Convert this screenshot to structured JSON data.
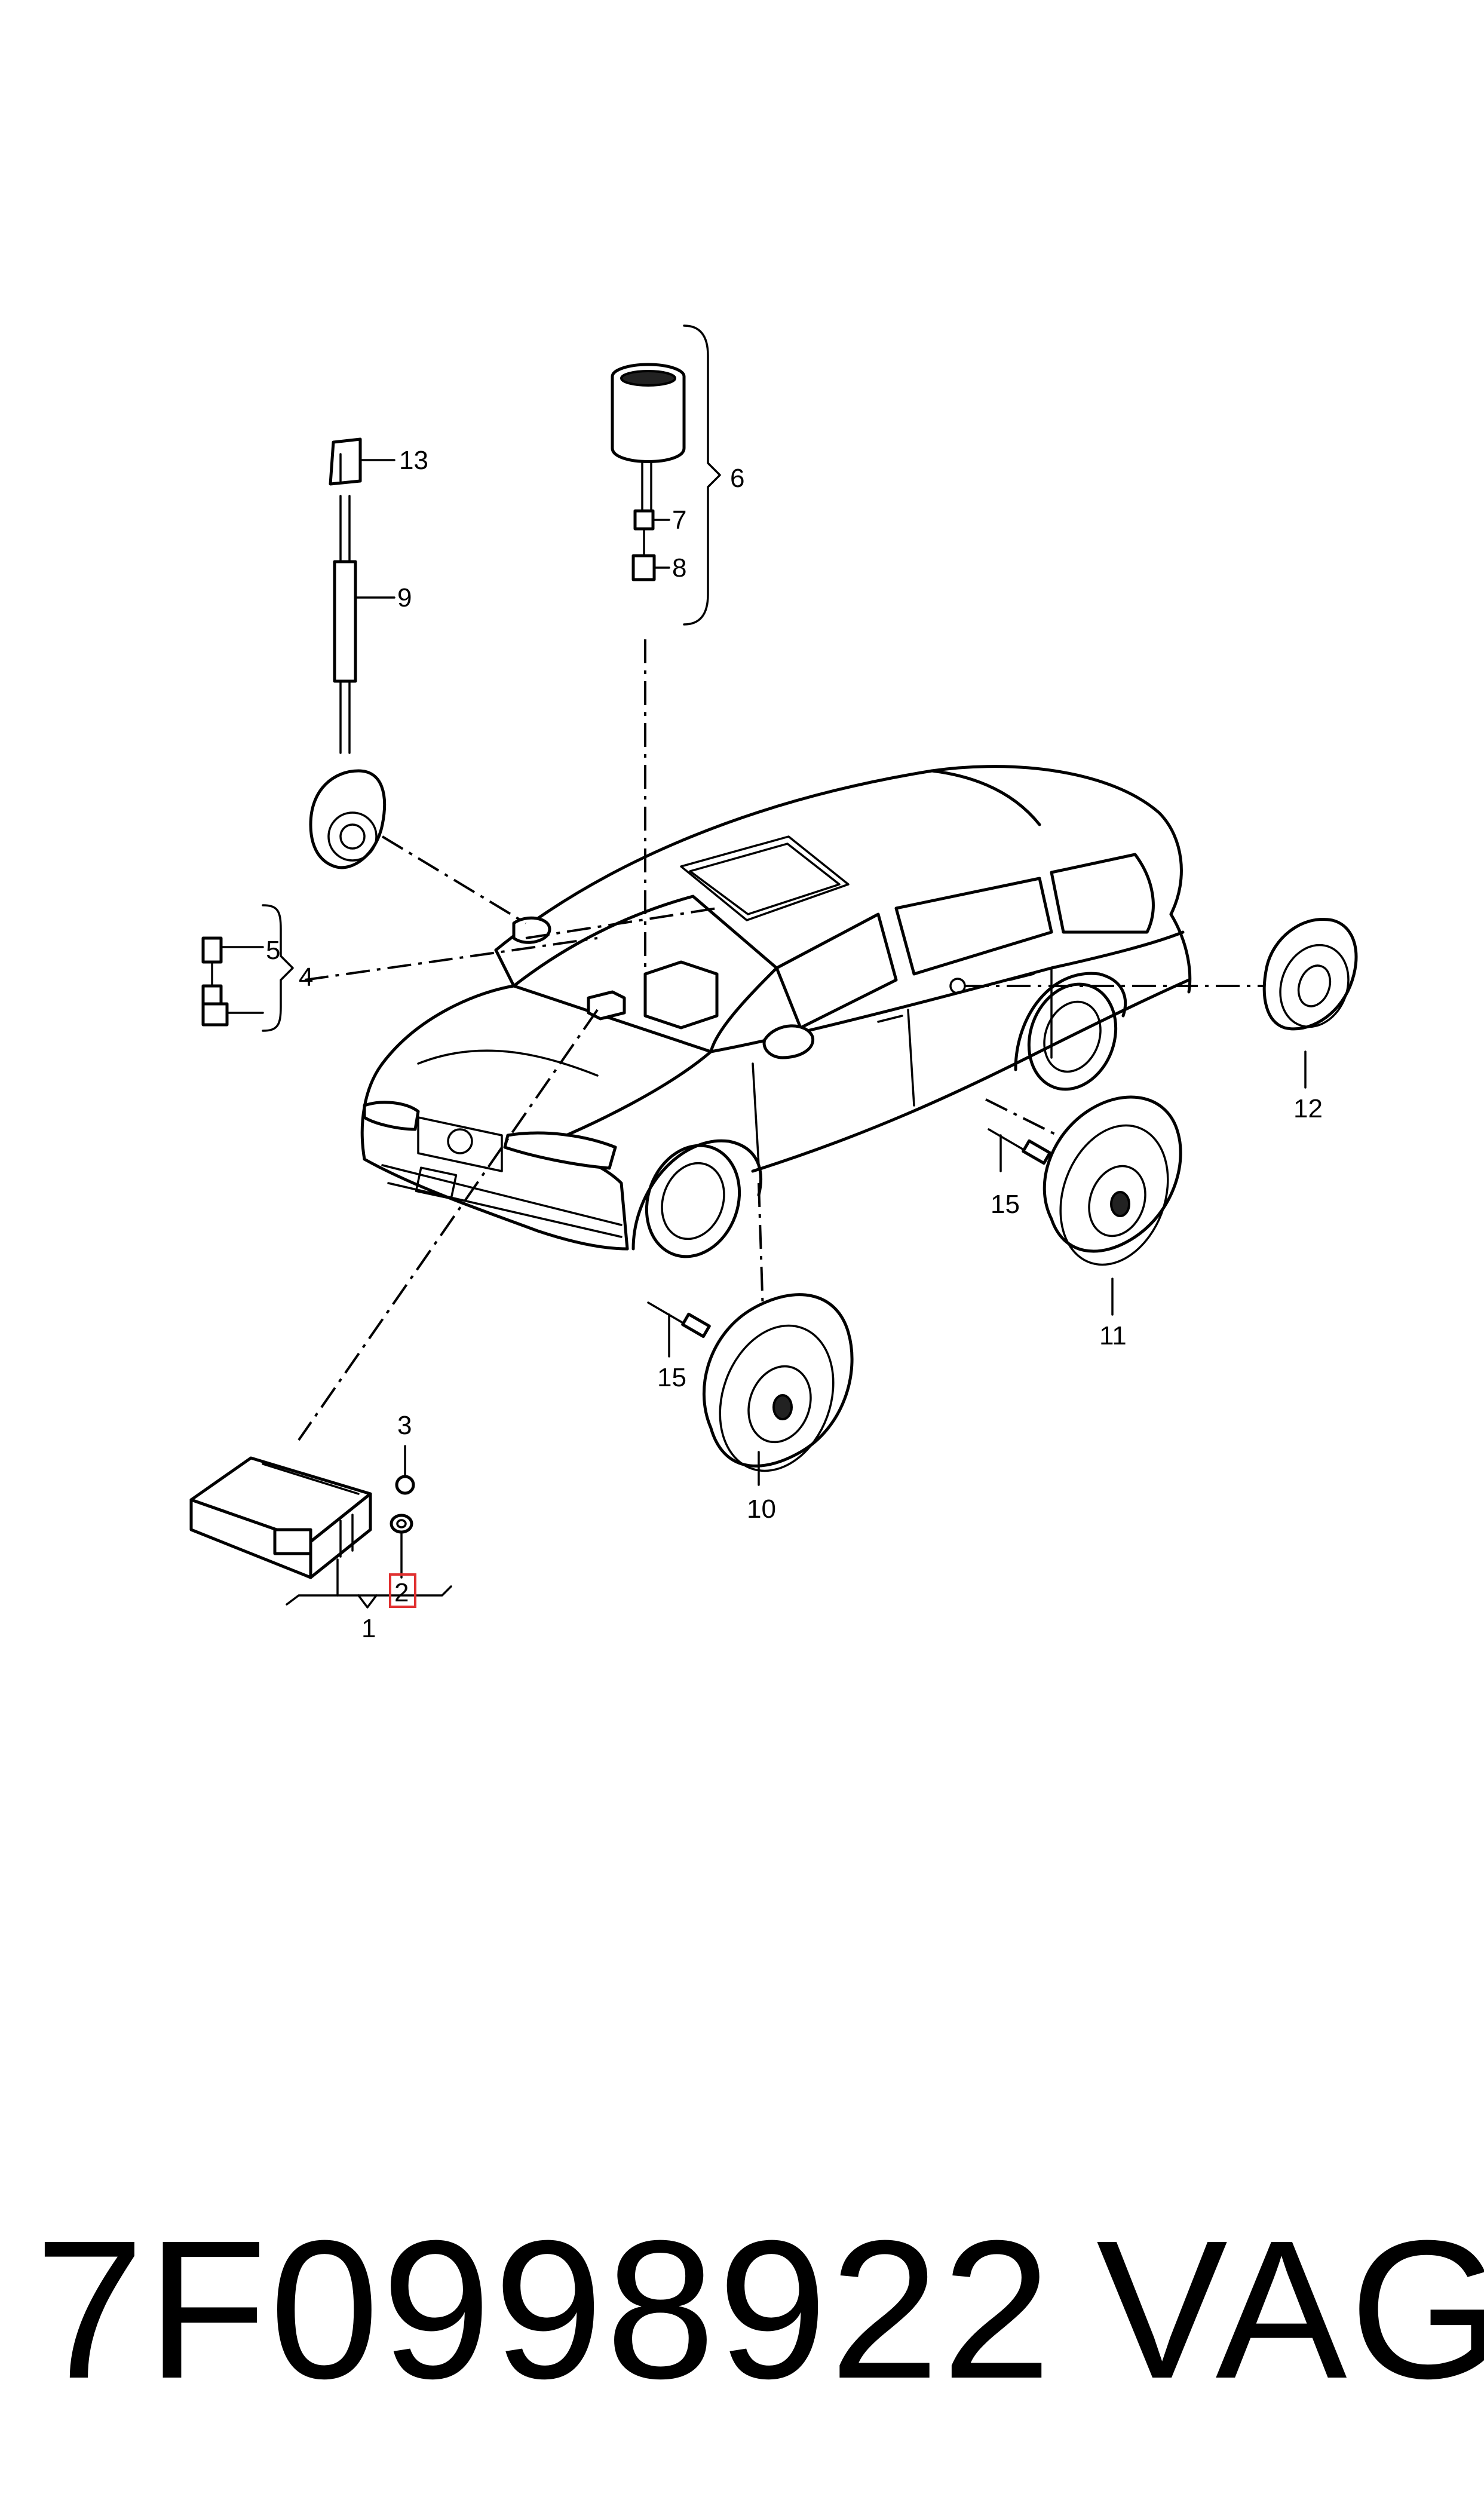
{
  "diagram": {
    "callouts": {
      "c1": "1",
      "c2": "2",
      "c3": "3",
      "c4": "4",
      "c5": "5",
      "c6": "6",
      "c7": "7",
      "c8": "8",
      "c9": "9",
      "c10": "10",
      "c11": "11",
      "c12": "12",
      "c13": "13",
      "c15a": "15",
      "c15b": "15"
    },
    "highlighted_callout": "2",
    "highlight_color": "#e03030"
  },
  "footer": {
    "part_number": "7F0998922",
    "brand": "VAG"
  }
}
